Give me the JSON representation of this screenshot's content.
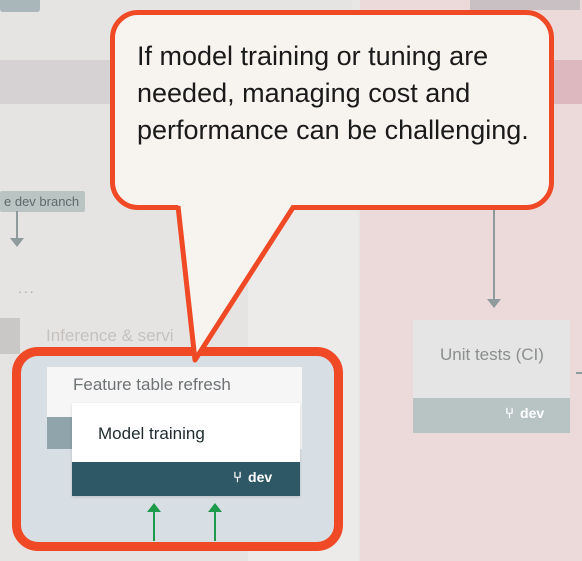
{
  "callout": {
    "text": "If model training or tuning are needed, managing cost and performance can be challenging."
  },
  "left_column": {
    "branch_tag": "e dev branch",
    "ellipsis": "...",
    "inference_label": "Inference & servi"
  },
  "highlight": {
    "feature_table_label": "Feature table refresh",
    "model_training_label": "Model training",
    "model_branch": "dev"
  },
  "right_column": {
    "unit_tests_label": "Unit tests (CI)",
    "unit_branch": "dev"
  },
  "icons": {
    "branch": "git-branch-icon",
    "arrow_up": "arrow-up-icon",
    "arrow_down": "arrow-down-icon"
  },
  "colors": {
    "highlight_border": "#ef4a25",
    "model_footer": "#2f5866",
    "green_arrow": "#1e9a4b"
  }
}
